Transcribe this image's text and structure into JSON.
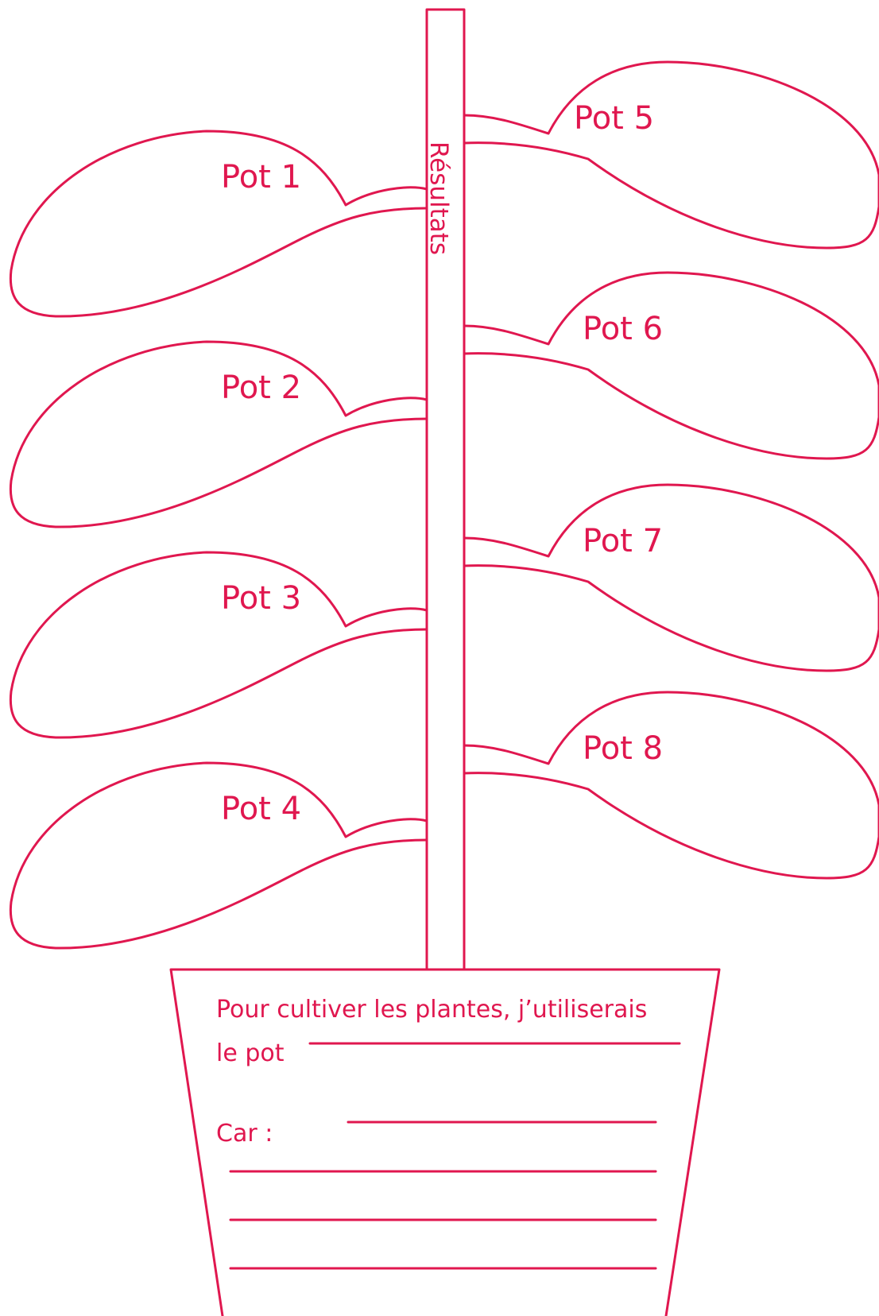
{
  "stem": {
    "label": "Résultats"
  },
  "leaves": [
    {
      "label": "Pot 1"
    },
    {
      "label": "Pot 2"
    },
    {
      "label": "Pot 3"
    },
    {
      "label": "Pot 4"
    },
    {
      "label": "Pot 5"
    },
    {
      "label": "Pot 6"
    },
    {
      "label": "Pot 7"
    },
    {
      "label": "Pot 8"
    }
  ],
  "pot": {
    "line1": "Pour cultiver les plantes, j’utiliserais",
    "line2": "le pot",
    "reason_label": "Car :"
  },
  "colors": {
    "accent": "#e0174f",
    "background": "#ffffff"
  }
}
